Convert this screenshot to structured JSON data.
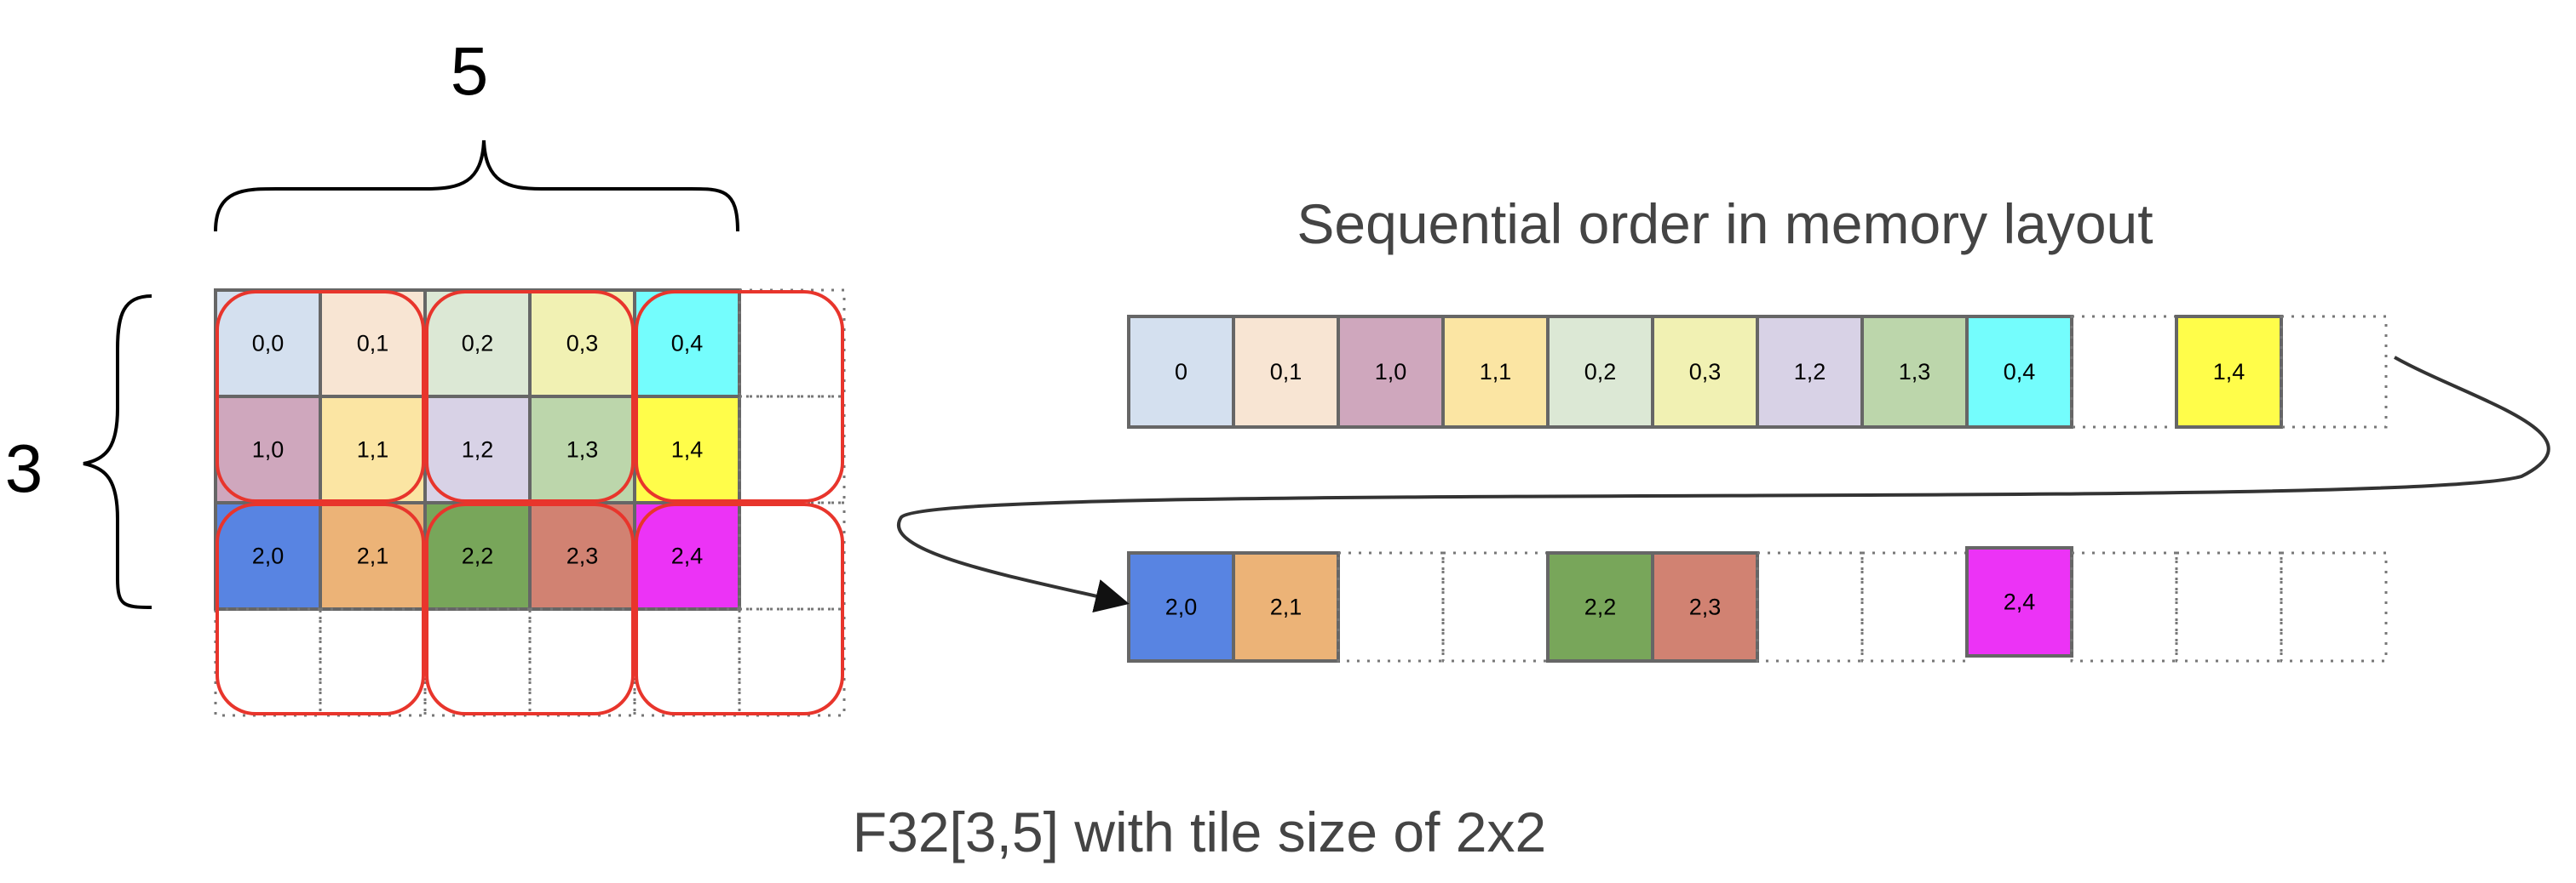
{
  "dims": {
    "cols": "5",
    "rows": "3"
  },
  "memory_title": "Sequential order in memory layout",
  "caption": "F32[3,5] with tile size of 2x2",
  "colors": {
    "cell_border": "#666666",
    "tile_outline": "#e8352c",
    "arrow": "#333333"
  },
  "grid": [
    [
      {
        "label": "0,0",
        "color": "#d4e0ef"
      },
      {
        "label": "0,1",
        "color": "#f8e5d3"
      },
      {
        "label": "0,2",
        "color": "#dce8d5"
      },
      {
        "label": "0,3",
        "color": "#f1f1b3"
      },
      {
        "label": "0,4",
        "color": "#74fdfd"
      }
    ],
    [
      {
        "label": "1,0",
        "color": "#cfa7bd"
      },
      {
        "label": "1,1",
        "color": "#fbe5a3"
      },
      {
        "label": "1,2",
        "color": "#d8d2e6"
      },
      {
        "label": "1,3",
        "color": "#bcd6ab"
      },
      {
        "label": "1,4",
        "color": "#fffd4a"
      }
    ],
    [
      {
        "label": "2,0",
        "color": "#5884e2"
      },
      {
        "label": "2,1",
        "color": "#ecb377"
      },
      {
        "label": "2,2",
        "color": "#78a65a"
      },
      {
        "label": "2,3",
        "color": "#d18272"
      },
      {
        "label": "2,4",
        "color": "#ec33f6"
      }
    ]
  ],
  "memory_rows": [
    [
      {
        "label": "0",
        "color": "#d4e0ef"
      },
      {
        "label": "0,1",
        "color": "#f8e5d3"
      },
      {
        "label": "1,0",
        "color": "#cfa7bd"
      },
      {
        "label": "1,1",
        "color": "#fbe5a3"
      },
      {
        "label": "0,2",
        "color": "#dce8d5"
      },
      {
        "label": "0,3",
        "color": "#f1f1b3"
      },
      {
        "label": "1,2",
        "color": "#d8d2e6"
      },
      {
        "label": "1,3",
        "color": "#bcd6ab"
      },
      {
        "label": "0,4",
        "color": "#74fdfd"
      },
      null,
      {
        "label": "1,4",
        "color": "#fffd4a"
      },
      null
    ],
    [
      {
        "label": "2,0",
        "color": "#5884e2"
      },
      {
        "label": "2,1",
        "color": "#ecb377"
      },
      null,
      null,
      {
        "label": "2,2",
        "color": "#78a65a"
      },
      {
        "label": "2,3",
        "color": "#d18272"
      },
      null,
      null,
      {
        "label": "2,4",
        "color": "#ec33f6"
      },
      null,
      null,
      null
    ]
  ]
}
